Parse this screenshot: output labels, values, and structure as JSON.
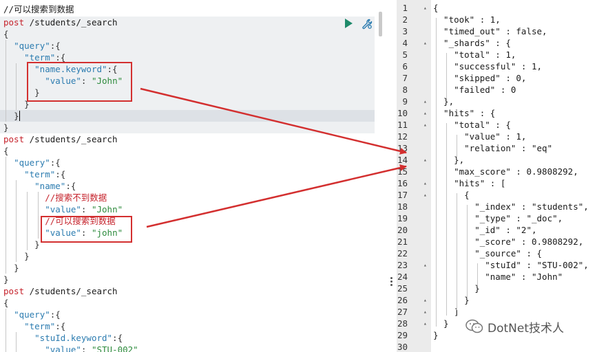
{
  "left": {
    "comment_top": "//可以搜索到数据",
    "block1": [
      [
        [
          "method",
          "post"
        ],
        [
          "plain",
          " /students/_search"
        ]
      ],
      [
        [
          "punct",
          "{"
        ]
      ],
      [
        [
          "plain",
          "  "
        ],
        [
          "key",
          "\"query\""
        ],
        [
          "punct",
          ":{"
        ]
      ],
      [
        [
          "plain",
          "    "
        ],
        [
          "key",
          "\"term\""
        ],
        [
          "punct",
          ":{"
        ]
      ],
      [
        [
          "plain",
          "      "
        ],
        [
          "key",
          "\"name.keyword\""
        ],
        [
          "punct",
          ":{"
        ]
      ],
      [
        [
          "plain",
          "        "
        ],
        [
          "key",
          "\"value\""
        ],
        [
          "punct",
          ": "
        ],
        [
          "str",
          "\"John\""
        ]
      ],
      [
        [
          "plain",
          "      "
        ],
        [
          "punct",
          "}"
        ]
      ],
      [
        [
          "plain",
          "    "
        ],
        [
          "punct",
          "}"
        ]
      ],
      [
        [
          "plain",
          "  "
        ],
        [
          "punct",
          "}"
        ]
      ],
      [
        [
          "punct",
          "}"
        ]
      ]
    ],
    "block2": [
      [
        [
          "method",
          "post"
        ],
        [
          "plain",
          " /students/_search"
        ]
      ],
      [
        [
          "punct",
          "{"
        ]
      ],
      [
        [
          "plain",
          "  "
        ],
        [
          "key",
          "\"query\""
        ],
        [
          "punct",
          ":{"
        ]
      ],
      [
        [
          "plain",
          "    "
        ],
        [
          "key",
          "\"term\""
        ],
        [
          "punct",
          ":{"
        ]
      ],
      [
        [
          "plain",
          "      "
        ],
        [
          "key",
          "\"name\""
        ],
        [
          "punct",
          ":{"
        ]
      ],
      [
        [
          "plain",
          "        "
        ],
        [
          "comment",
          "//搜索不到数据"
        ]
      ],
      [
        [
          "plain",
          "        "
        ],
        [
          "key",
          "\"value\""
        ],
        [
          "punct",
          ": "
        ],
        [
          "str",
          "\"John\""
        ]
      ],
      [
        [
          "plain",
          "        "
        ],
        [
          "comment",
          "//可以搜索到数据"
        ]
      ],
      [
        [
          "plain",
          "        "
        ],
        [
          "key",
          "\"value\""
        ],
        [
          "punct",
          ": "
        ],
        [
          "str",
          "\"john\""
        ]
      ],
      [
        [
          "plain",
          "      "
        ],
        [
          "punct",
          "}"
        ]
      ],
      [
        [
          "plain",
          "    "
        ],
        [
          "punct",
          "}"
        ]
      ],
      [
        [
          "plain",
          "  "
        ],
        [
          "punct",
          "}"
        ]
      ],
      [
        [
          "punct",
          "}"
        ]
      ]
    ],
    "block3": [
      [
        [
          "method",
          "post"
        ],
        [
          "plain",
          " /students/_search"
        ]
      ],
      [
        [
          "punct",
          "{"
        ]
      ],
      [
        [
          "plain",
          "  "
        ],
        [
          "key",
          "\"query\""
        ],
        [
          "punct",
          ":{"
        ]
      ],
      [
        [
          "plain",
          "    "
        ],
        [
          "key",
          "\"term\""
        ],
        [
          "punct",
          ":{"
        ]
      ],
      [
        [
          "plain",
          "      "
        ],
        [
          "key",
          "\"stuId.keyword\""
        ],
        [
          "punct",
          ":{"
        ]
      ],
      [
        [
          "plain",
          "        "
        ],
        [
          "key",
          "\"value\""
        ],
        [
          "punct",
          ": "
        ],
        [
          "str",
          "\"STU-002\""
        ]
      ]
    ]
  },
  "right": {
    "line_numbers": [
      "1",
      "2",
      "3",
      "4",
      "5",
      "6",
      "7",
      "8",
      "9",
      "10",
      "11",
      "12",
      "13",
      "14",
      "15",
      "16",
      "17",
      "18",
      "19",
      "20",
      "21",
      "22",
      "23",
      "24",
      "25",
      "26",
      "27",
      "28",
      "29",
      "30"
    ],
    "fold_lines": [
      "1",
      "4",
      "9",
      "10",
      "11",
      "14",
      "16",
      "17",
      "23",
      "26",
      "27",
      "28"
    ],
    "lines": [
      "{",
      "  \"took\" : 1,",
      "  \"timed_out\" : false,",
      "  \"_shards\" : {",
      "    \"total\" : 1,",
      "    \"successful\" : 1,",
      "    \"skipped\" : 0,",
      "    \"failed\" : 0",
      "  },",
      "  \"hits\" : {",
      "    \"total\" : {",
      "      \"value\" : 1,",
      "      \"relation\" : \"eq\"",
      "    },",
      "    \"max_score\" : 0.9808292,",
      "    \"hits\" : [",
      "      {",
      "        \"_index\" : \"students\",",
      "        \"_type\" : \"_doc\",",
      "        \"_id\" : \"2\",",
      "        \"_score\" : 0.9808292,",
      "        \"_source\" : {",
      "          \"stuId\" : \"STU-002\",",
      "          \"name\" : \"John\"",
      "        }",
      "      }",
      "    ]",
      "  }",
      "}",
      ""
    ]
  },
  "watermark": {
    "text": "DotNet技术人",
    "icon": "wechat-icon"
  },
  "colors": {
    "method": "#c5222b",
    "key": "#2c7cb0",
    "string": "#2e8b3d",
    "annotation": "#d32f2f",
    "run": "#1e8a6a"
  },
  "icons": {
    "run": "play-icon",
    "settings": "wrench-icon",
    "more": "more-vertical-icon"
  }
}
